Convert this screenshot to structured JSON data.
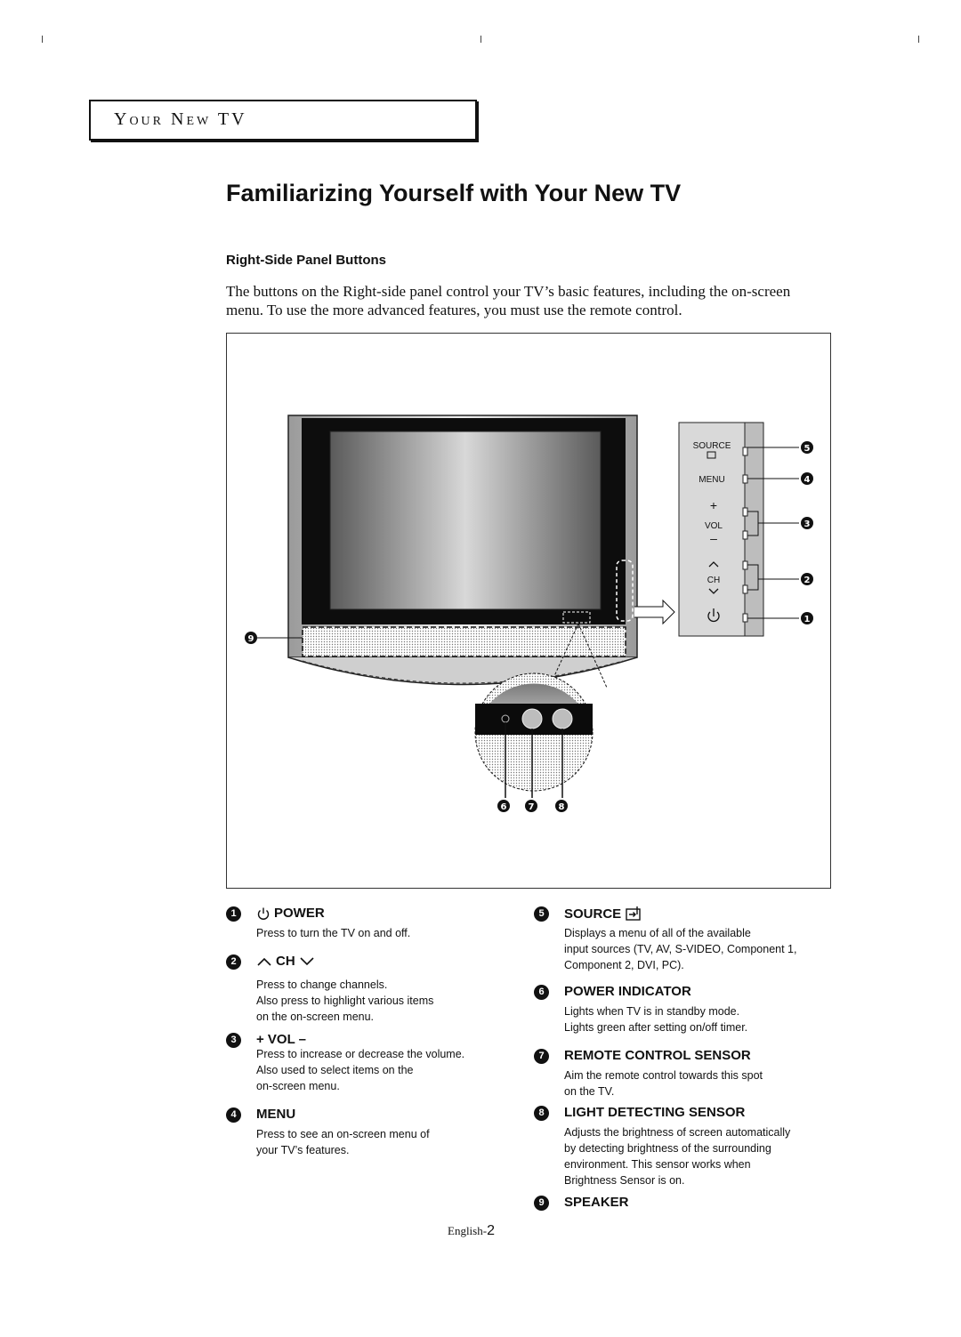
{
  "section": {
    "title": "Your New TV"
  },
  "page_title": "Familiarizing Yourself with Your New TV",
  "sub_heading": "Right-Side Panel Buttons",
  "intro": "The buttons on the Right-side panel control your TV’s basic features, including the on-screen menu. To use the more advanced features, you must use the remote control.",
  "panel": {
    "source": "SOURCE",
    "menu": "MENU",
    "vol_plus": "+",
    "vol": "VOL",
    "vol_minus": "–",
    "ch": "CH"
  },
  "markers": {
    "m1": "1",
    "m2": "2",
    "m3": "3",
    "m4": "4",
    "m5": "5",
    "m6": "6",
    "m7": "7",
    "m8": "8",
    "m9": "9"
  },
  "items": [
    {
      "num": "1",
      "title": "POWER",
      "desc": [
        "Press to turn the TV on and off."
      ],
      "icon": "power-icon"
    },
    {
      "num": "2",
      "title": "CH",
      "desc": [
        "Press to change channels.",
        "Also press to highlight various items",
        "on the on-screen menu."
      ],
      "icon": "chevron-up-down-icon"
    },
    {
      "num": "3",
      "title": "+ VOL –",
      "desc": [
        "Press to increase or decrease the volume.",
        "Also used to select items on the",
        "on-screen menu."
      ]
    },
    {
      "num": "4",
      "title": "MENU",
      "desc": [
        "Press to see an on-screen menu of",
        "your TV’s features."
      ]
    },
    {
      "num": "5",
      "title": "SOURCE",
      "desc": [
        "Displays a menu of all of the available",
        "input sources (TV, AV, S-VIDEO, Component 1,",
        "Component 2, DVI, PC)."
      ],
      "icon": "source-icon"
    },
    {
      "num": "6",
      "title": "POWER INDICATOR",
      "desc": [
        "Lights when TV is in standby mode.",
        "Lights green after setting on/off timer."
      ]
    },
    {
      "num": "7",
      "title": "REMOTE CONTROL SENSOR",
      "desc": [
        "Aim the remote control towards this spot",
        "on the TV."
      ]
    },
    {
      "num": "8",
      "title": "LIGHT DETECTING SENSOR",
      "desc": [
        "Adjusts the brightness of screen automatically",
        "by detecting brightness of the surrounding",
        "environment. This sensor works when",
        "Brightness Sensor is on."
      ]
    },
    {
      "num": "9",
      "title": "SPEAKER",
      "desc": []
    }
  ],
  "footer": {
    "lang": "English-",
    "page": "2"
  }
}
